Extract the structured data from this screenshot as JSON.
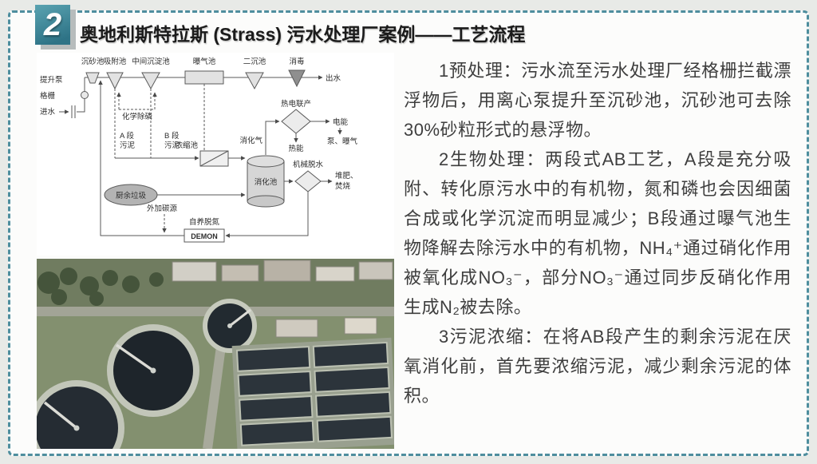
{
  "theme": {
    "frame_border": "#4e8e9e",
    "badge_top": "#5aa3b1",
    "badge_bottom": "#2e7386",
    "badge_shadow": "#b7bcbc",
    "title_color": "#1b1b1b",
    "body_color": "#3e3e3e",
    "slide_bg": "#e8eae7"
  },
  "header": {
    "number": "2",
    "title": "奥地利斯特拉斯 (Strass) 污水处理厂案例——工艺流程"
  },
  "diagram": {
    "labels": {
      "grit": "沉砂池",
      "adsorption": "吸附池",
      "intermediate": "中间沉淀池",
      "aeration": "曝气池",
      "secondary": "二沉池",
      "disinfection": "消毒",
      "effluent": "出水",
      "lift_pump": "提升泵",
      "screen": "格栅",
      "influent": "进水",
      "chem_p": "化学除磷",
      "a_stage": "A 段",
      "a_sludge": "污泥",
      "b_stage": "B 段",
      "b_sludge": "污泥",
      "thickener": "浓缩池",
      "kitchen_waste": "厨余垃圾",
      "carbon_source": "外加碳源",
      "autotrophic": "自养脱氮",
      "demon": "DEMON",
      "digester": "消化池",
      "biogas": "消化气",
      "chp": "热电联产",
      "electricity": "电能",
      "pump_aeration": "泵、曝气",
      "heat": "热能",
      "dewatering": "机械脱水",
      "compost_line1": "堆肥、",
      "compost_line2": "焚烧"
    }
  },
  "body": {
    "p1": "1预处理：污水流至污水处理厂经格栅拦截漂浮物后，用离心泵提升至沉砂池，沉砂池可去除30%砂粒形式的悬浮物。",
    "p2": "2生物处理：两段式AB工艺，A段是充分吸附、转化原污水中的有机物，氮和磷也会因细菌合成或化学沉淀而明显减少；B段通过曝气池生物降解去除污水中的有机物，NH₄⁺通过硝化作用被氧化成NO₃⁻，部分NO₃⁻通过同步反硝化作用生成N₂被去除。",
    "p3": "3污泥浓缩：在将AB段产生的剩余污泥在厌氧消化前，首先要浓缩污泥，减少剩余污泥的体积。"
  }
}
